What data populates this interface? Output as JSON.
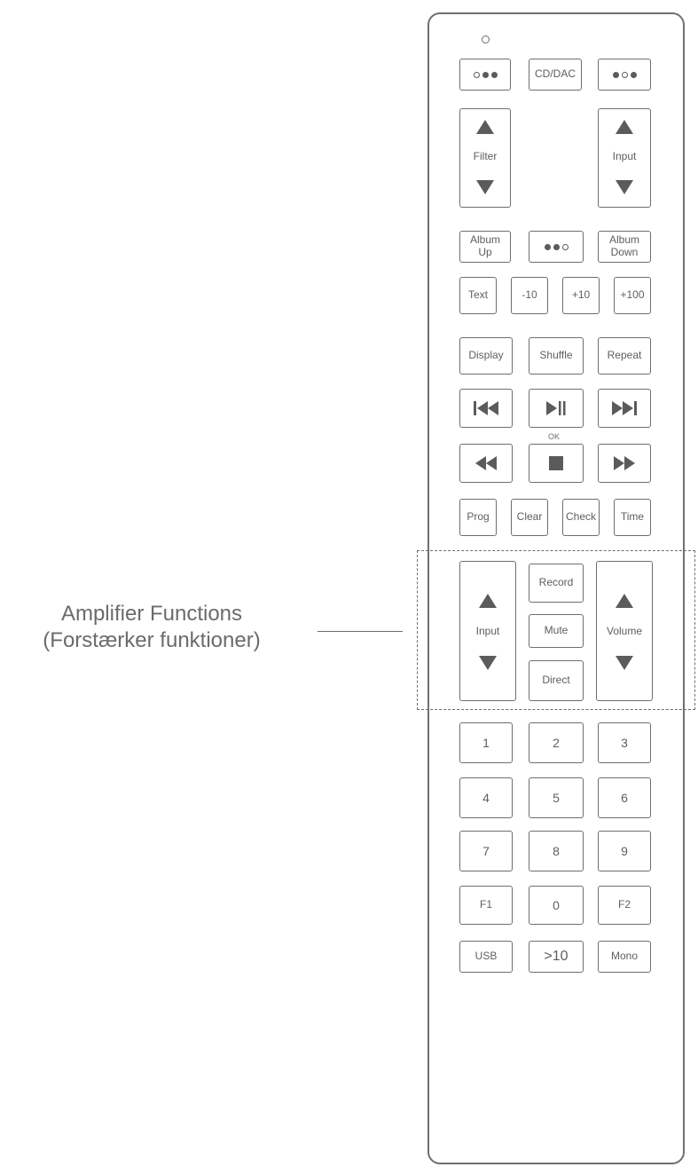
{
  "annotation": {
    "title": "Amplifier Functions",
    "subtitle": "(Forstærker funktioner)"
  },
  "buttons": {
    "cd_dac": "CD/DAC",
    "filter": "Filter",
    "input_top": "Input",
    "album_up": "Album\nUp",
    "album_down": "Album\nDown",
    "text": "Text",
    "minus10": "-10",
    "plus10": "+10",
    "plus100": "+100",
    "display": "Display",
    "shuffle": "Shuffle",
    "repeat": "Repeat",
    "ok": "OK",
    "prog": "Prog",
    "clear": "Clear",
    "check": "Check",
    "time": "Time",
    "record": "Record",
    "mute": "Mute",
    "direct": "Direct",
    "input_amp": "Input",
    "volume": "Volume",
    "num1": "1",
    "num2": "2",
    "num3": "3",
    "num4": "4",
    "num5": "5",
    "num6": "6",
    "num7": "7",
    "num8": "8",
    "num9": "9",
    "f1": "F1",
    "num0": "0",
    "f2": "F2",
    "usb": "USB",
    "gt10": ">10",
    "mono": "Mono"
  },
  "icons": {
    "dots_left": "dots-off-on-on-icon",
    "dots_right": "dots-on-off-on-icon",
    "dots_mid": "dots-on-on-off-icon",
    "prev": "skip-previous-icon",
    "play_pause": "play-pause-icon",
    "next": "skip-next-icon",
    "rewind": "rewind-icon",
    "stop": "stop-icon",
    "fast_forward": "fast-forward-icon"
  },
  "colors": {
    "line": "#6e6e6e",
    "glyph": "#5b5b5b"
  }
}
